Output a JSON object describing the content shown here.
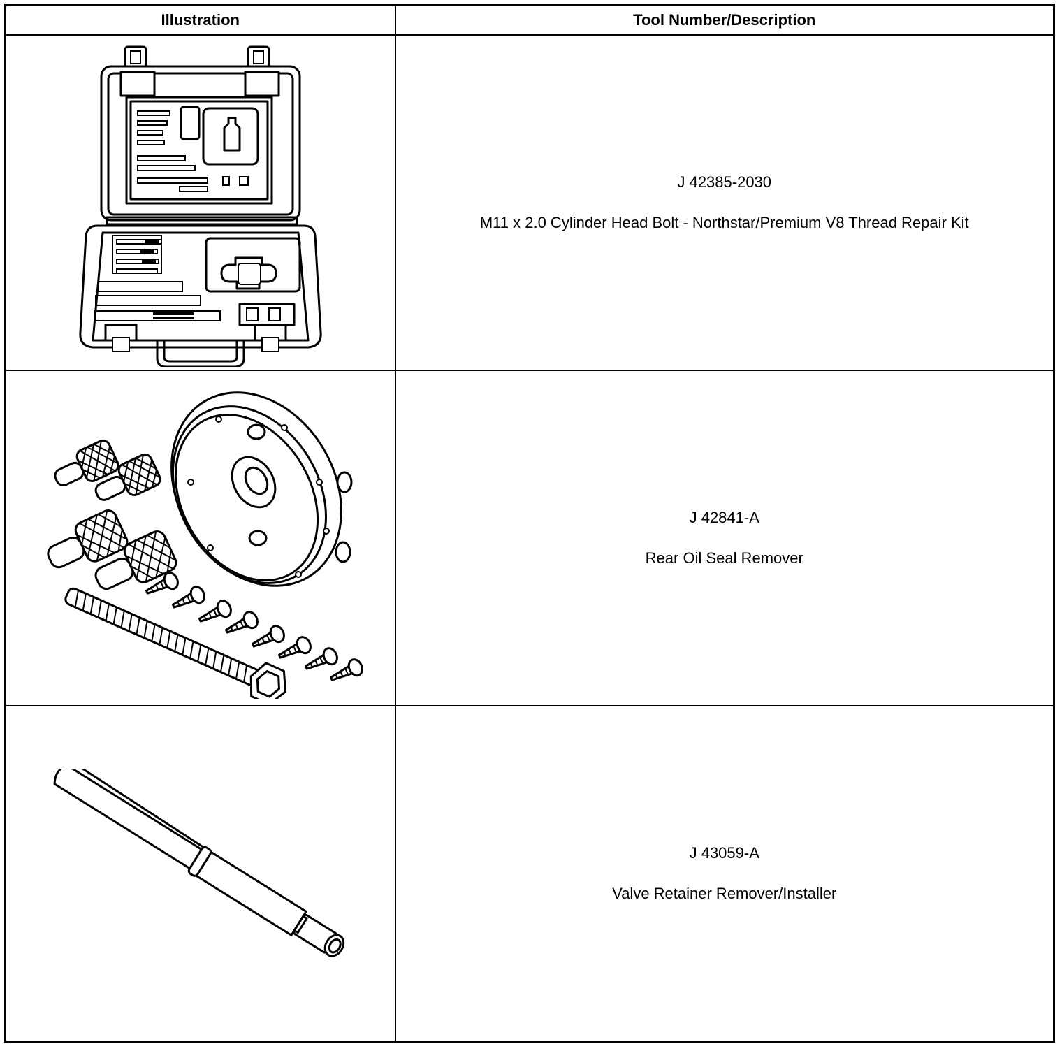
{
  "header": {
    "col_illustration": "Illustration",
    "col_tool": "Tool Number/Description"
  },
  "rows": [
    {
      "tool_number": "J 42385-2030",
      "description": "M11 x 2.0 Cylinder Head Bolt - Northstar/Premium V8 Thread Repair Kit",
      "illustration_icon": "thread-repair-kit-case-icon"
    },
    {
      "tool_number": "J 42841-A",
      "description": "Rear Oil Seal Remover",
      "illustration_icon": "rear-oil-seal-remover-icon"
    },
    {
      "tool_number": "J 43059-A",
      "description": "Valve Retainer Remover/Installer",
      "illustration_icon": "valve-retainer-tool-icon"
    }
  ]
}
